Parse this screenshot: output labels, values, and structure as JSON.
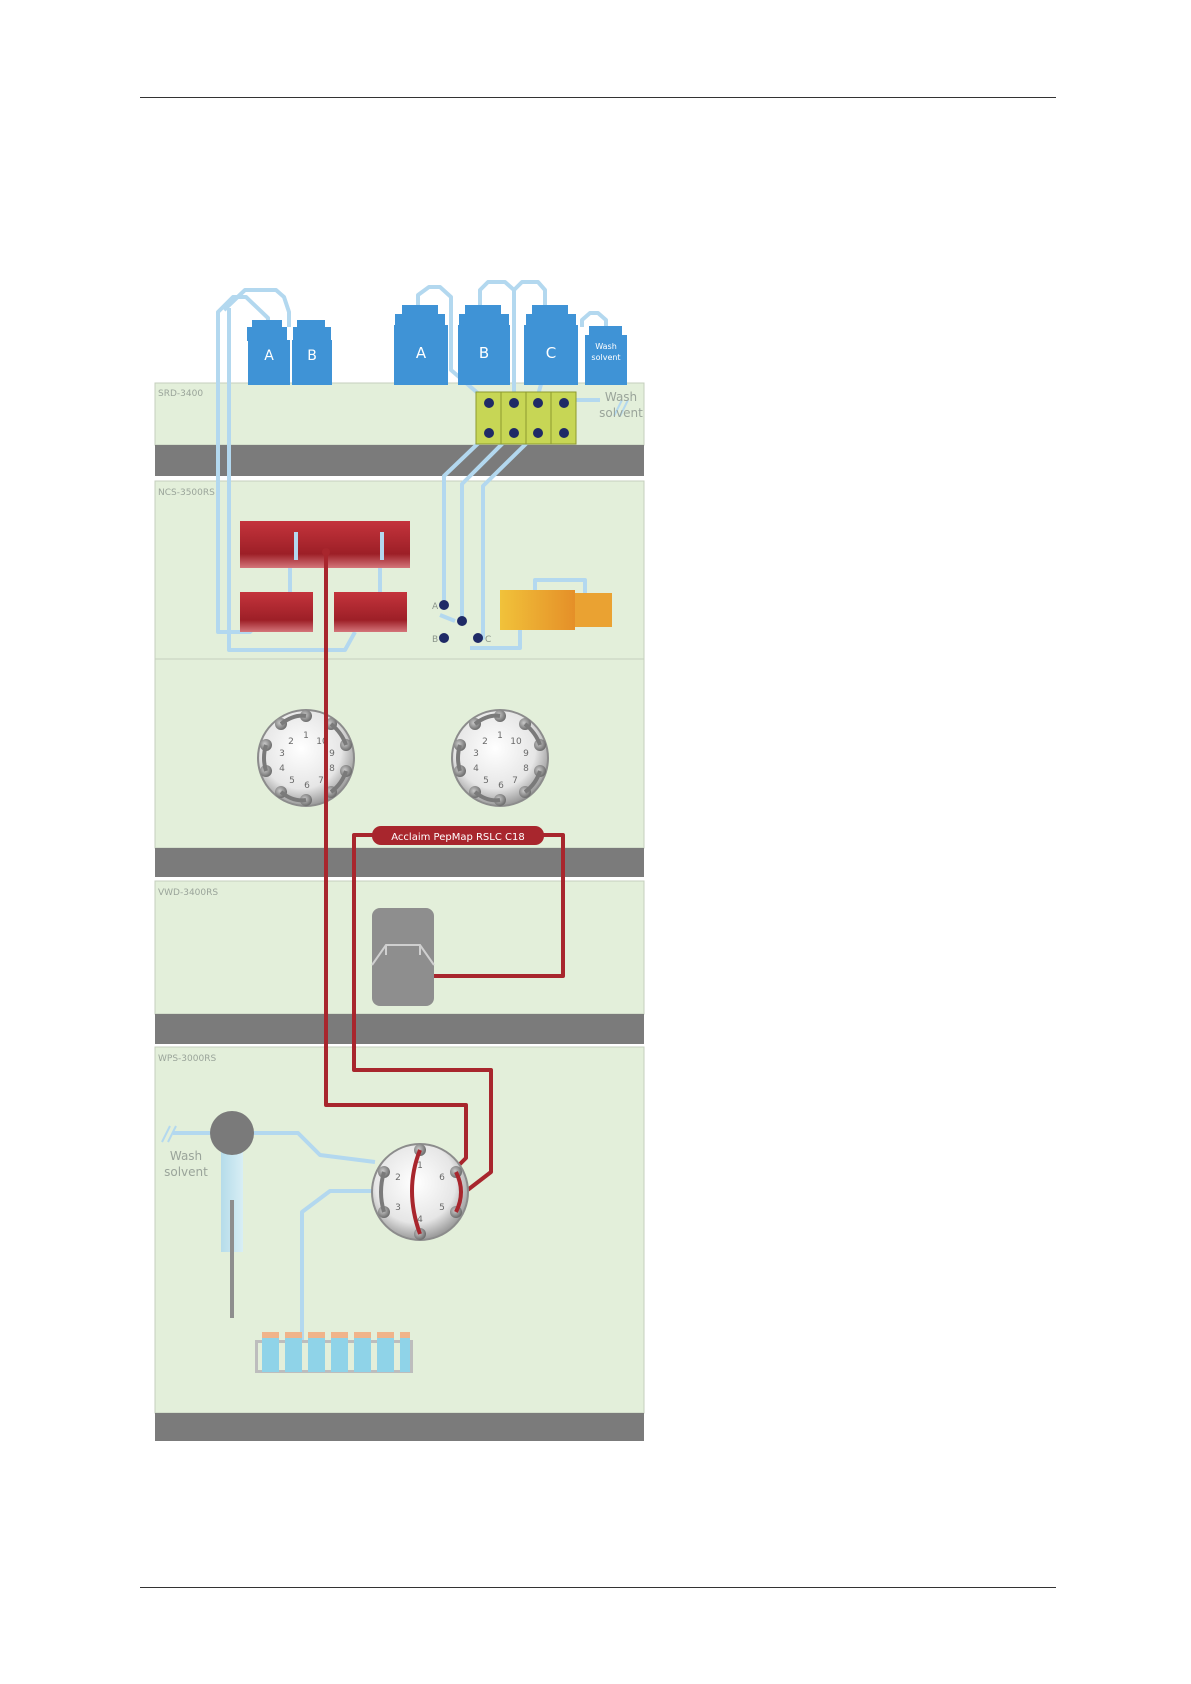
{
  "modules": {
    "srd": "SRD-3400",
    "ncs": "NCS-3500RS",
    "vwd": "VWD-3400RS",
    "wps": "WPS-3000RS"
  },
  "bottles": {
    "small_a": "A",
    "small_b": "B",
    "large_a": "A",
    "large_b": "B",
    "large_c": "C",
    "wash_line1": "Wash",
    "wash_line2": "solvent"
  },
  "srd_wash": {
    "line1": "Wash",
    "line2": "solvent"
  },
  "ncs_ports": {
    "a": "A",
    "b": "B",
    "c": "C"
  },
  "column_label": "Acclaim PepMap RSLC C18",
  "valve_left_numbers": [
    "1",
    "10",
    "2",
    "3",
    "4",
    "5",
    "6",
    "7",
    "8",
    "9"
  ],
  "valve_right_numbers": [
    "1",
    "10",
    "2",
    "3",
    "4",
    "5",
    "6",
    "7",
    "8",
    "9"
  ],
  "wps_valve_numbers": [
    "1",
    "2",
    "3",
    "4",
    "5",
    "6"
  ],
  "wps_wash": {
    "line1": "Wash",
    "line2": "solvent"
  },
  "colors": {
    "module_bg": "#e3efda",
    "module_bar": "#7b7b7b",
    "bottle": "#3f93d6",
    "tubing_light": "#b3d8ef",
    "tubing_red": "#a8262d",
    "degasser_block": "#c7d655",
    "pump_red": "#b32a32",
    "flow_meter": "#e7a72e",
    "detector_cell": "#8e8e8e"
  }
}
